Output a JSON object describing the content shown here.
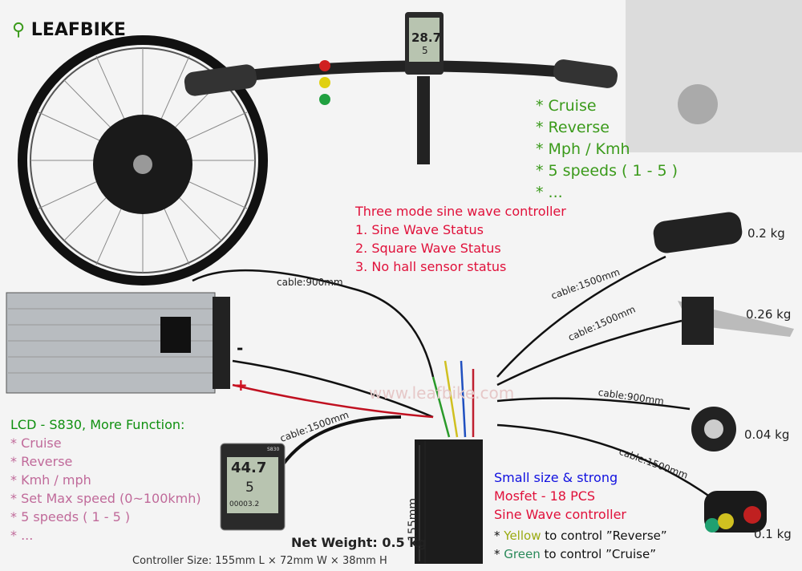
{
  "brand": {
    "name": "LEAFBIKE"
  },
  "watermark": "www.leafbike.com",
  "display_top": {
    "speed": "28.7",
    "level": "5"
  },
  "display_bottom": {
    "model": "S830",
    "speed": "44.7",
    "level": "5",
    "odo": "00003.2"
  },
  "features_top": [
    "* Cruise",
    "* Reverse",
    "* Mph / Kmh",
    "* 5 speeds ( 1 - 5 )",
    "* ..."
  ],
  "controller_modes": {
    "title": "Three mode sine wave controller",
    "items": [
      "1. Sine Wave Status",
      "2. Square Wave Status",
      "3. No hall sensor status"
    ]
  },
  "cables": {
    "battery": "cable:900mm",
    "throttle": "cable:1500mm",
    "brake": "cable:1500mm",
    "pas": "cable:900mm",
    "lcd": "cable:1500mm",
    "switch": "cable:1500mm"
  },
  "weights": {
    "throttle": "0.2 kg",
    "brake": "0.26 kg",
    "pas": "0.04 kg",
    "switch": "0.1 kg",
    "controller": "Net Weight: 0.5 kg"
  },
  "polarity": {
    "minus": "-",
    "plus": "+"
  },
  "lcd": {
    "title": "LCD - S830, More Function:",
    "items": [
      "* Cruise",
      "* Reverse",
      "* Kmh / mph",
      "* Set Max speed (0~100kmh)",
      "* 5 speeds ( 1 - 5 )",
      "* ..."
    ]
  },
  "controller": {
    "height_label": "155mm",
    "size": "Controller Size: 155mm L × 72mm W × 38mm H",
    "line1": "Small size & strong",
    "line2": "Mosfet - 18 PCS",
    "line3": "Sine Wave controller"
  },
  "switch_notes": [
    {
      "prefix": "* ",
      "color_word": "Yellow",
      "rest": " to control ”Reverse”"
    },
    {
      "prefix": "* ",
      "color_word": "Green",
      "rest": " to control ”Cruise”"
    }
  ],
  "colors": {
    "green_text": "#3a9a1a",
    "red_text": "#e0103a",
    "pink_text": "#c06a9a",
    "blue_text": "#1010e0",
    "yellow_word": "#9aaa10",
    "green_word": "#2a8a5a"
  }
}
